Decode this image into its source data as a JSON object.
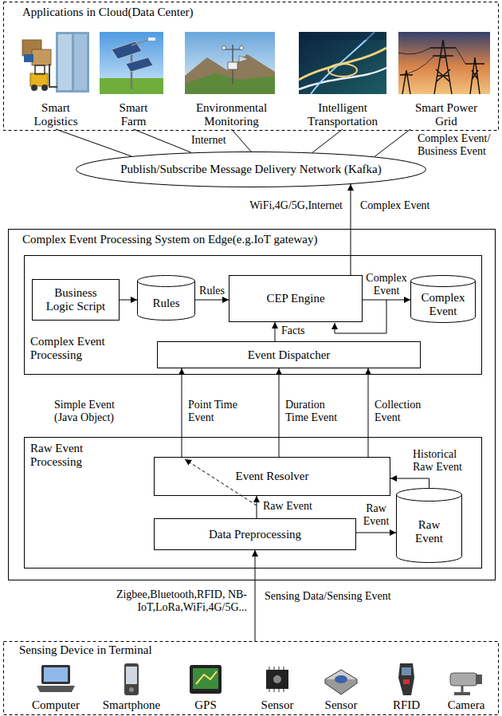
{
  "diagram": {
    "nodes": [
      {
        "text": [
          "Applications in Cloud(Data Center)"
        ]
      },
      {
        "text": [
          "Smart Logistics"
        ],
        "in": 0
      },
      {
        "text": [
          "Smart Farm"
        ],
        "in": 0
      },
      {
        "text": [
          "Environmental Monitoring"
        ],
        "in": 0
      },
      {
        "text": [
          "Intelligent Transportation"
        ],
        "in": 0
      },
      {
        "text": [
          "Smart Power Grid"
        ],
        "in": 0
      },
      {
        "text": [
          "Publish/Subscribe Message Delivery Network (Kafka)"
        ]
      },
      {
        "text": [
          "Complex Event Processing System on Edge(e.g.IoT gateway)"
        ]
      },
      {
        "text": [
          "Complex Event Processing"
        ],
        "in": 7
      },
      {
        "text": [
          "Business Logic Script"
        ],
        "in": 8
      },
      {
        "text": [
          "Rules"
        ],
        "in": 8
      },
      {
        "text": [
          "CEP Engine"
        ],
        "in": 8
      },
      {
        "text": [
          "Complex Event"
        ],
        "in": 8
      },
      {
        "text": [
          "Event Dispatcher"
        ],
        "in": 8
      },
      {
        "text": [
          "Raw Event Processing"
        ],
        "in": 7
      },
      {
        "text": [
          "Event Resolver"
        ],
        "in": 14
      },
      {
        "text": [
          "Data Preprocessing"
        ],
        "in": 14
      },
      {
        "text": [
          "Raw Event"
        ],
        "in": 14
      },
      {
        "text": [
          "Sensing Device in Terminal"
        ]
      },
      {
        "text": [
          "Computer"
        ],
        "in": 18
      },
      {
        "text": [
          "Smartphone"
        ],
        "in": 18
      },
      {
        "text": [
          "GPS"
        ],
        "in": 18
      },
      {
        "text": [
          "Sensor"
        ],
        "in": 18
      },
      {
        "text": [
          "Sensor"
        ],
        "in": 18
      },
      {
        "text": [
          "RFID"
        ],
        "in": 18
      },
      {
        "text": [
          "Camera"
        ],
        "in": 18
      }
    ],
    "edges": [
      {
        "from": 1,
        "to": 6,
        "arrow": "none"
      },
      {
        "from": 2,
        "to": 6,
        "arrow": "none"
      },
      {
        "from": 3,
        "to": 6,
        "arrow": "none"
      },
      {
        "from": 4,
        "to": 6,
        "arrow": "none"
      },
      {
        "from": 5,
        "to": 6,
        "arrow": "none"
      },
      {
        "from": 11,
        "to": 6,
        "arrow": "to",
        "label": "Complex Event"
      },
      {
        "from": 9,
        "to": 10,
        "arrow": "to"
      },
      {
        "from": 10,
        "to": 11,
        "arrow": "to",
        "label": "Rules"
      },
      {
        "from": 11,
        "to": 12,
        "arrow": "to",
        "label": "Complex Event"
      },
      {
        "from": 13,
        "to": 11,
        "arrow": "to",
        "label": "Facts"
      },
      {
        "from": 15,
        "to": 13,
        "arrow": "to",
        "label": "Point Time Event"
      },
      {
        "from": 15,
        "to": 13,
        "arrow": "to",
        "label": "Duration Time Event"
      },
      {
        "from": 15,
        "to": 13,
        "arrow": "to",
        "label": "Collection Event"
      },
      {
        "from": 16,
        "to": 15,
        "arrow": "to",
        "label": "Raw Event"
      },
      {
        "from": 16,
        "to": 17,
        "arrow": "to",
        "label": "Raw Event"
      },
      {
        "from": 17,
        "to": 15,
        "arrow": "to",
        "label": "Historical Raw Event"
      },
      {
        "from": 18,
        "to": 16,
        "arrow": "to",
        "label": "Sensing Data/Sensing Event"
      }
    ],
    "labels": [
      "Internet",
      "Complex Event/ Business Event",
      "WiFi,4G/5G,Internet",
      "Simple Event (Java Object)",
      "Zigbee,Bluetooth,RFID, NB-IoT,LoRa,WiFi,4G/5G..."
    ]
  }
}
